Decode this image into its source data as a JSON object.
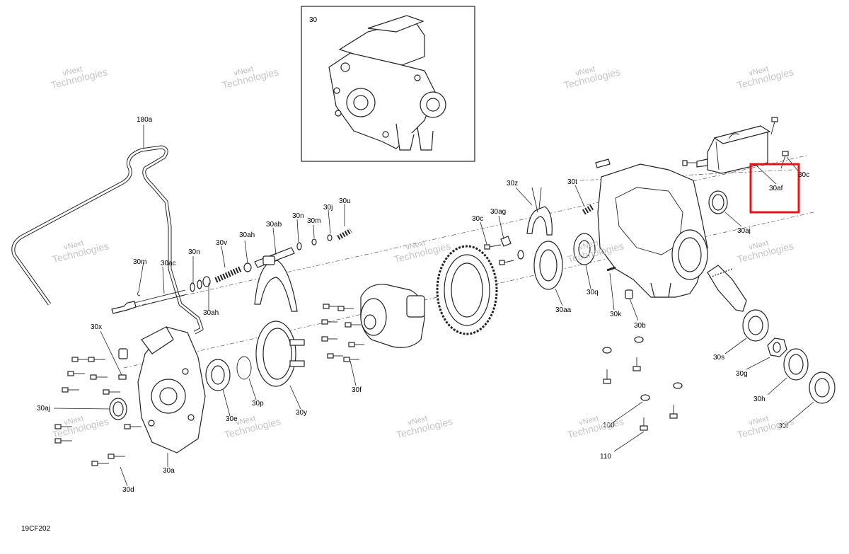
{
  "diagram": {
    "inset_label": "30",
    "figure_code": "19CF202",
    "watermark": {
      "line1": "vNext",
      "line2": "Technologies",
      "line3": "vNext Technologies"
    },
    "callouts": {
      "c180a": "180a",
      "c30x": "30x",
      "c30aj_left": "30aj",
      "c30d": "30d",
      "c30a": "30a",
      "c30m": "30m",
      "c30ac": "30ac",
      "c30n_1": "30n",
      "c30ah_1": "30ah",
      "c30ah_2": "30ah",
      "c30v": "30v",
      "c30ab": "30ab",
      "c30n_2": "30n",
      "c30m_2": "30m",
      "c30j": "30j",
      "c30u": "30u",
      "c30e": "30e",
      "c30p": "30p",
      "c30y": "30y",
      "c30f": "30f",
      "c30c_left": "30c",
      "c30ag": "30ag",
      "c30z": "30z",
      "c30t": "30t",
      "c30aa": "30aa",
      "c30q": "30q",
      "c30k": "30k",
      "c30b": "30b",
      "c30aj_right": "30aj",
      "c30af": "30af",
      "c30c_right": "30c",
      "c30s": "30s",
      "c30g": "30g",
      "c30h": "30h",
      "c30i": "30i",
      "c100": "100",
      "c110": "110"
    },
    "highlight": {
      "target": "30af",
      "color": "#e0161b"
    }
  }
}
